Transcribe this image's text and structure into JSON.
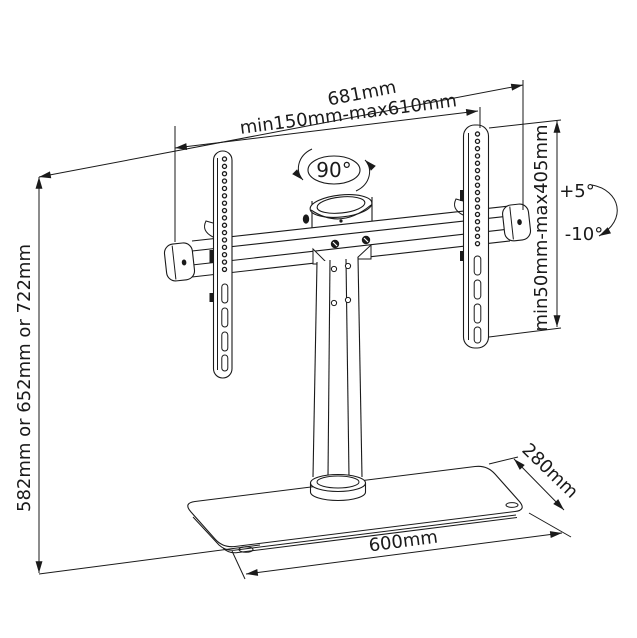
{
  "figure": {
    "description": "Technical line drawing of a tabletop TV stand (pedestal base, column, crossbar, two VESA brackets, swivel head) with dimension annotations",
    "line_color": "#1a1a1a",
    "background_color": "#ffffff"
  },
  "labels": {
    "overall_width": "681mm",
    "vesa_range": "min150mm-max610mm",
    "swivel_angle": "90°",
    "tilt_up": "+5°",
    "tilt_down": "-10°",
    "height_range": "min50mm-max405mm",
    "overall_height": "582mm or 652mm or 722mm",
    "base_depth": "280mm",
    "base_width": "600mm"
  }
}
